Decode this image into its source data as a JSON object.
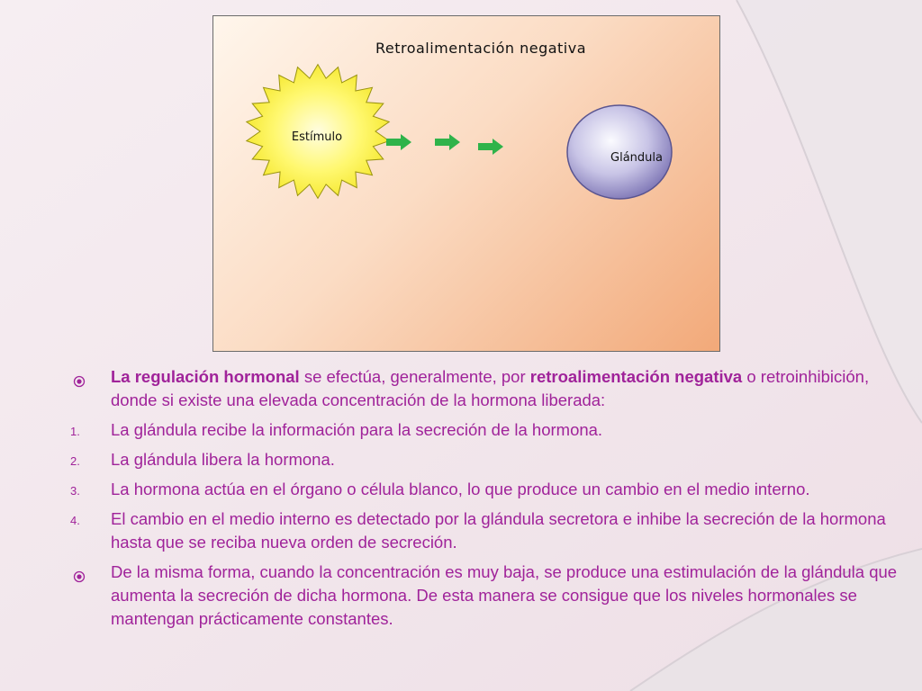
{
  "diagram": {
    "title": "Retroalimentación negativa",
    "stimulus_label": "Estímulo",
    "gland_label": "Glándula"
  },
  "intro": {
    "bold_1": "La regulación hormonal",
    "text_1": " se efectúa, generalmente, por ",
    "bold_2": "retroalimentación negativa",
    "text_2": " o retroinhibición, donde si existe una elevada concentración de la hormona liberada:"
  },
  "steps": [
    {
      "number": "1.",
      "text": " La glándula recibe la información para la secreción de la hormona."
    },
    {
      "number": "2.",
      "text": " La glándula libera la hormona."
    },
    {
      "number": "3.",
      "text": " La hormona actúa en el órgano o célula blanco, lo que produce un cambio en el medio interno."
    },
    {
      "number": "4.",
      "text": "El cambio en el medio interno es detectado por la glándula secretora e inhibe la secreción de la hormona hasta que se reciba nueva orden de secreción."
    }
  ],
  "closing": {
    "text": "De la misma forma, cuando la concentración es muy baja, se produce una estimulación de la glándula que aumenta la secreción de dicha hormona. De esta manera se consigue que los niveles hormonales se mantengan prácticamente constantes."
  },
  "colors": {
    "text": "#a0239a",
    "arrows": "#2fb34a",
    "sun_fill": "#fff64a",
    "gland_fill": "#9a93c8"
  }
}
